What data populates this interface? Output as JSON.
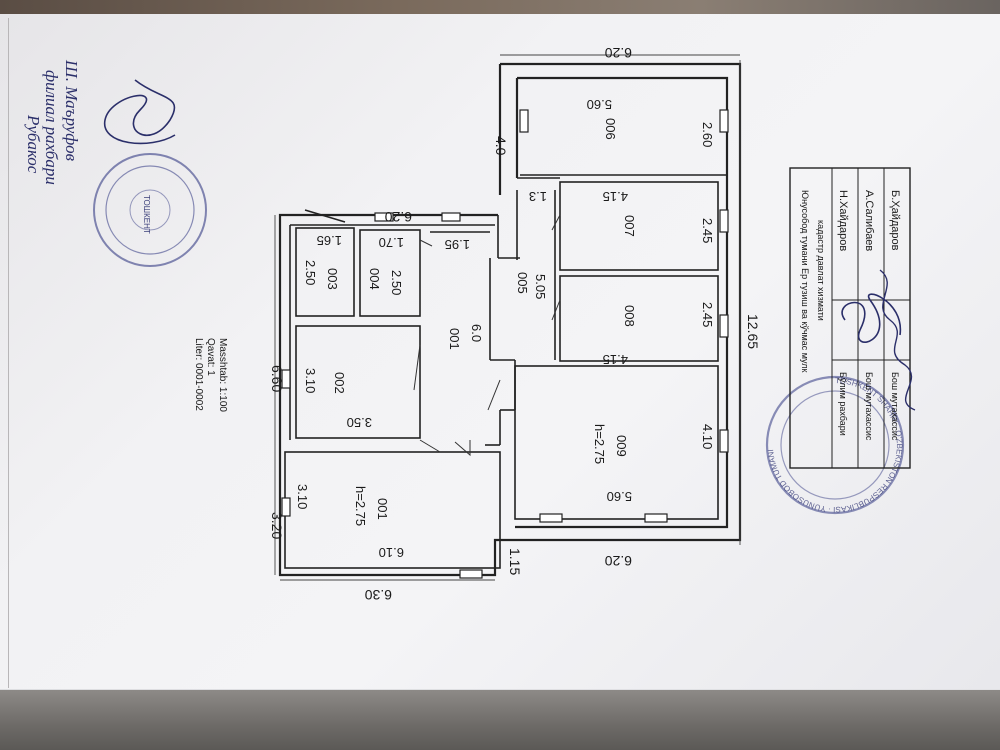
{
  "header": {
    "liter": "Liter: 0001-0002",
    "qavat": "Qavat: 1",
    "masshtab": "Masshtab: 1:100"
  },
  "handwriting": {
    "line1": "Рубакос",
    "line2": "филиал рахбари",
    "line3": "Ш. Маъруфов"
  },
  "dimensions": {
    "top_620": "6.20",
    "top_40": "4.0",
    "mid_620": "6.20",
    "left_660": "6.60",
    "left_320": "3.20",
    "bottom_1265": "12.65",
    "bottom_630": "6.30",
    "bottom_115": "1.15",
    "bottom_620": "6.20"
  },
  "rooms": {
    "r006": {
      "num": "006",
      "w": "5.60",
      "l": "2.60"
    },
    "r007": {
      "num": "007",
      "w": "4.15",
      "l": "2.45"
    },
    "r008": {
      "num": "008",
      "w": "4.15",
      "l": "2.45"
    },
    "r005": {
      "num": "005",
      "w": "5.05",
      "c": "1.3"
    },
    "r009": {
      "num": "009",
      "h": "h=2.75",
      "w": "5.60",
      "l": "4.10"
    },
    "r003": {
      "num": "003",
      "w": "2.50",
      "l": "1.65"
    },
    "r004": {
      "num": "004",
      "w": "2.50",
      "l": "1.70"
    },
    "c195": "1.95",
    "corr": {
      "num": "001",
      "l": "6.0"
    },
    "r002": {
      "num": "002",
      "w": "3.10",
      "l": "3.50"
    },
    "r001": {
      "num": "001",
      "h": "h=2.75",
      "w": "3.10",
      "l": "6.10"
    }
  },
  "signature_table": {
    "heading1": "Юнусобод тумани Ер тузиш ва кўчмас мулк",
    "heading2": "кадастр давлат хизмати",
    "role1": "Бўлим рахбари",
    "name1": "Н.Хайдаров",
    "role2": "Бош мутахассис",
    "name2": "А.Салибаев",
    "role3": "Бош мутахассис",
    "name3": "Б.Ҳайдаров"
  },
  "stamp_left": {
    "center": "ТОШКЕНТ"
  },
  "stamp_right": {
    "ring": "TOSHKENT SHAHRI · O'ZBEKISTON RESPUBLIKASI · YUNUSOBOD TUMANI"
  },
  "colors": {
    "ink": "#1a1a1a",
    "pen": "#2b2f6a",
    "stamp": "#3b3f7a"
  }
}
